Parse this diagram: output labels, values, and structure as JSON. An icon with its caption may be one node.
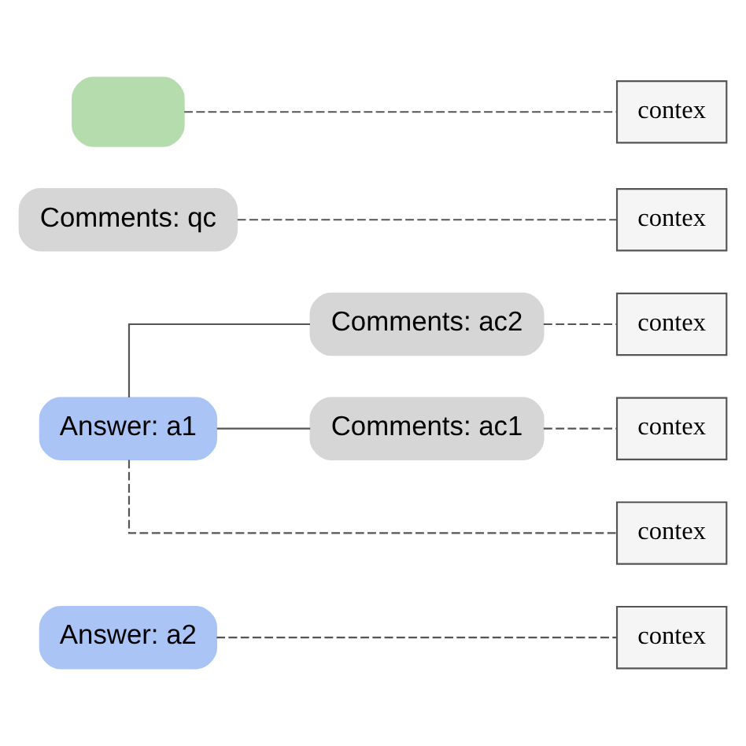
{
  "diagram": {
    "nodes": [
      {
        "text": [],
        "shape": "box"
      },
      {
        "text": [
          "contex"
        ]
      },
      {
        "text": [
          "Comments: qc"
        ]
      },
      {
        "text": [
          "contex"
        ]
      },
      {
        "text": [
          "Answer: a1"
        ]
      },
      {
        "text": [
          "contex"
        ]
      },
      {
        "text": [
          "Comments: ac1"
        ]
      },
      {
        "text": [
          "contex"
        ]
      },
      {
        "text": [
          "Comments: ac2"
        ]
      },
      {
        "text": [
          "contex"
        ]
      },
      {
        "text": [
          "Answer: a2"
        ]
      },
      {
        "text": [
          "contex"
        ]
      }
    ],
    "edges": [
      {
        "from": 0,
        "to": 1,
        "arrow": "none",
        "style": "dashed"
      },
      {
        "from": 2,
        "to": 3,
        "arrow": "none",
        "style": "dashed"
      },
      {
        "from": 4,
        "to": 5,
        "arrow": "none",
        "style": "dashed"
      },
      {
        "from": 4,
        "to": 6,
        "arrow": "none"
      },
      {
        "from": 4,
        "to": 8,
        "arrow": "none"
      },
      {
        "from": 6,
        "to": 7,
        "arrow": "none",
        "style": "dashed"
      },
      {
        "from": 8,
        "to": 9,
        "arrow": "none",
        "style": "dashed"
      },
      {
        "from": 10,
        "to": 11,
        "arrow": "none",
        "style": "dashed"
      }
    ]
  }
}
